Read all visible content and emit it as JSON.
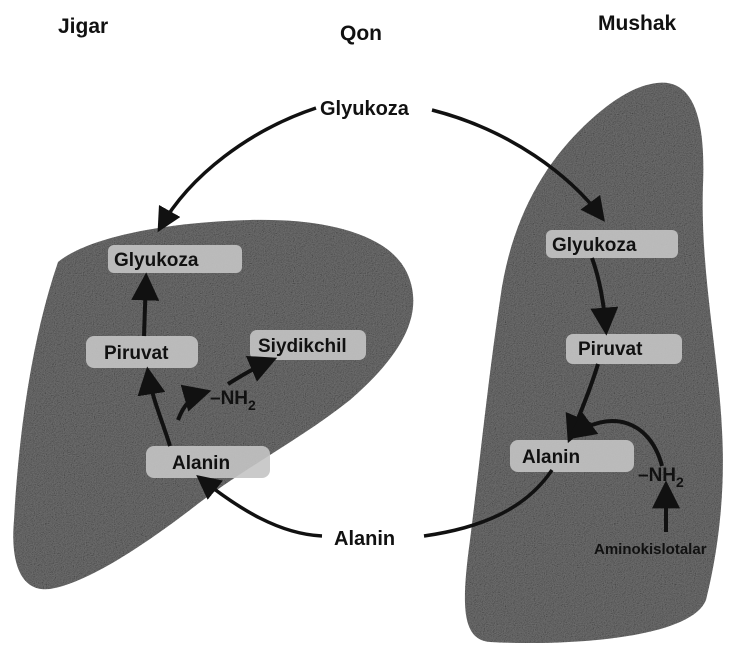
{
  "headers": {
    "left": "Jigar",
    "center": "Qon",
    "right": "Mushak"
  },
  "blood": {
    "glucose": "Glyukoza",
    "alanine": "Alanin"
  },
  "liver": {
    "glucose": "Glyukoza",
    "pyruvate": "Piruvat",
    "urea": "Siydikchil",
    "amino_group": "NH",
    "amino_sub": "2",
    "alanine": "Alanin"
  },
  "muscle": {
    "glucose": "Glyukoza",
    "pyruvate": "Piruvat",
    "alanine": "Alanin",
    "amino_group": "NH",
    "amino_sub": "2",
    "amino_acids": "Aminokislotalar"
  },
  "colors": {
    "tissue_fill": "#6e6e6e",
    "label_box": "#c4c4c4",
    "arrow": "#111111",
    "background": "#ffffff"
  }
}
